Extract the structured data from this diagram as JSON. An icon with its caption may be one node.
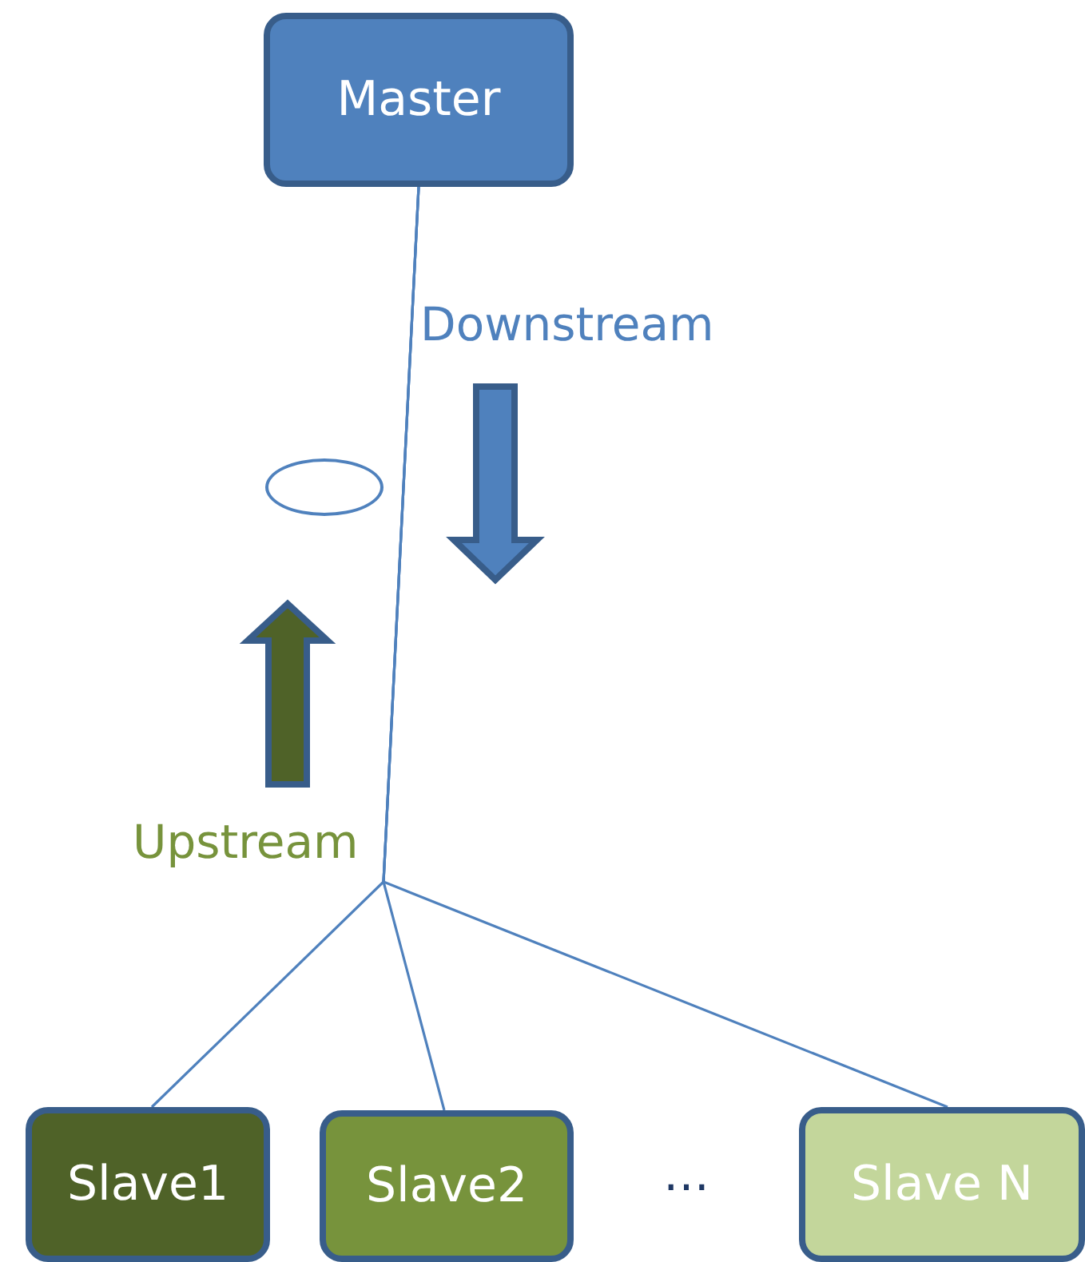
{
  "diagram": {
    "nodes": [
      {
        "text": [
          "Master"
        ]
      },
      {
        "text": [],
        "shape": "ellipse"
      },
      {
        "text": [
          "Slave1"
        ]
      },
      {
        "text": [
          "Slave2"
        ]
      },
      {
        "text": [
          "Slave N"
        ]
      }
    ],
    "edges": [
      {
        "from": 0,
        "to": 2,
        "arrow": "none"
      },
      {
        "from": 0,
        "to": 3,
        "arrow": "none"
      },
      {
        "from": 0,
        "to": 4,
        "arrow": "none"
      }
    ],
    "labels": [
      "Downstream",
      "Upstream",
      "…"
    ]
  }
}
